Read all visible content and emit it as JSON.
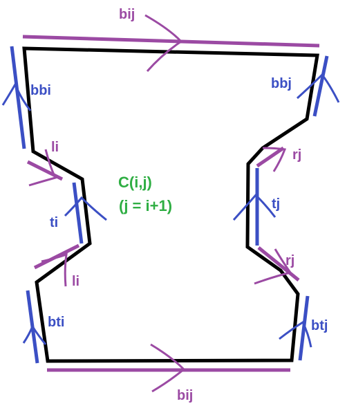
{
  "colors": {
    "outline": "#000000",
    "purple": "#9b4aa3",
    "blue": "#3b4fc4",
    "green": "#2fae43"
  },
  "labels": {
    "top_bij": "bij",
    "bottom_bij": "bij",
    "bbi": "bbi",
    "bbj": "bbj",
    "li_top": "li",
    "li_bottom": "li",
    "ti": "ti",
    "tj": "tj",
    "rj_top": "rj",
    "rj_bottom": "rj",
    "bti": "bti",
    "btj": "btj",
    "center_line1": "C(i,j)",
    "center_line2": "(j = i+1)"
  }
}
